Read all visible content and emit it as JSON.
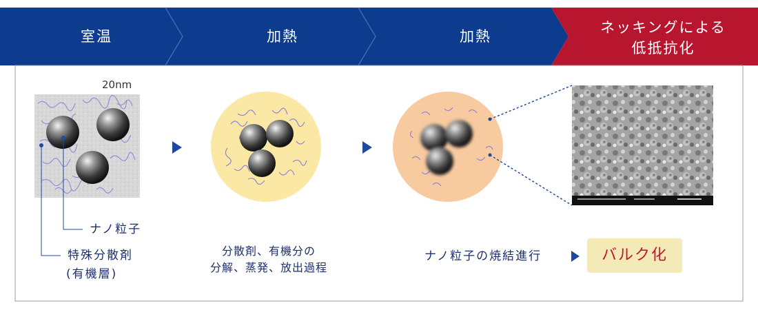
{
  "steps": [
    {
      "label": "室温"
    },
    {
      "label": "加熱"
    },
    {
      "label": "加熱"
    },
    {
      "label_line1": "ネッキングによる",
      "label_line2": "低抵抗化"
    }
  ],
  "colors": {
    "step_blue": "#0d3b8e",
    "step_red": "#b8162f",
    "text_navy": "#1d2f6f",
    "bulk_bg": "#f3eab8",
    "bulk_text": "#c0192e"
  },
  "scale_bar": "20nm",
  "labels": {
    "nanoparticle": "ナノ粒子",
    "dispersant_line1": "特殊分散剤",
    "dispersant_line2": "(有機層)",
    "decomposition_line1": "分散剤、有機分の",
    "decomposition_line2": "分解、蒸発、放出過程",
    "sintering": "ナノ粒子の焼結進行",
    "bulk": "バルク化"
  },
  "icons": [
    "arrow-right-icon"
  ]
}
